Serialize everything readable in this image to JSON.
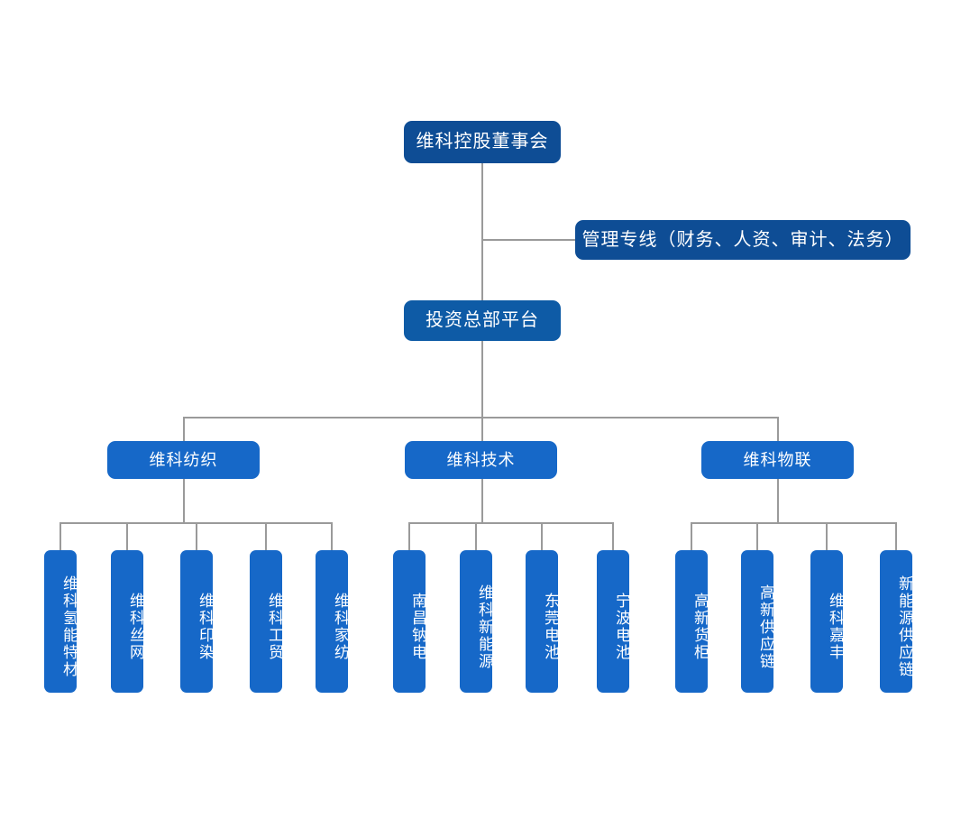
{
  "diagram": {
    "title": "维科控股组织架构图",
    "type": "org-chart",
    "colors": {
      "root": "#0e4d95",
      "staff": "#0e4d95",
      "platform": "#0e5ba6",
      "division": "#1668c8",
      "leaf": "#1668c8",
      "connector": "#9a9a9a",
      "background": "#ffffff",
      "text": "#ffffff"
    }
  },
  "nodes": {
    "root": {
      "label": "维科控股董事会"
    },
    "staff": {
      "label": "管理专线（财务、人资、审计、法务）"
    },
    "platform": {
      "label": "投资总部平台"
    }
  },
  "divisions": [
    {
      "label": "维科纺织",
      "children": [
        {
          "label": "维科氢能特材"
        },
        {
          "label": "维科丝网"
        },
        {
          "label": "维科印染"
        },
        {
          "label": "维科工贸"
        },
        {
          "label": "维科家纺"
        }
      ]
    },
    {
      "label": "维科技术",
      "children": [
        {
          "label": "南昌钠电"
        },
        {
          "label": "维科新能源"
        },
        {
          "label": "东莞电池"
        },
        {
          "label": "宁波电池"
        }
      ]
    },
    {
      "label": "维科物联",
      "children": [
        {
          "label": "高新货柜"
        },
        {
          "label": "高新供应链"
        },
        {
          "label": "维科嘉丰"
        },
        {
          "label": "新能源供应链"
        }
      ]
    }
  ]
}
